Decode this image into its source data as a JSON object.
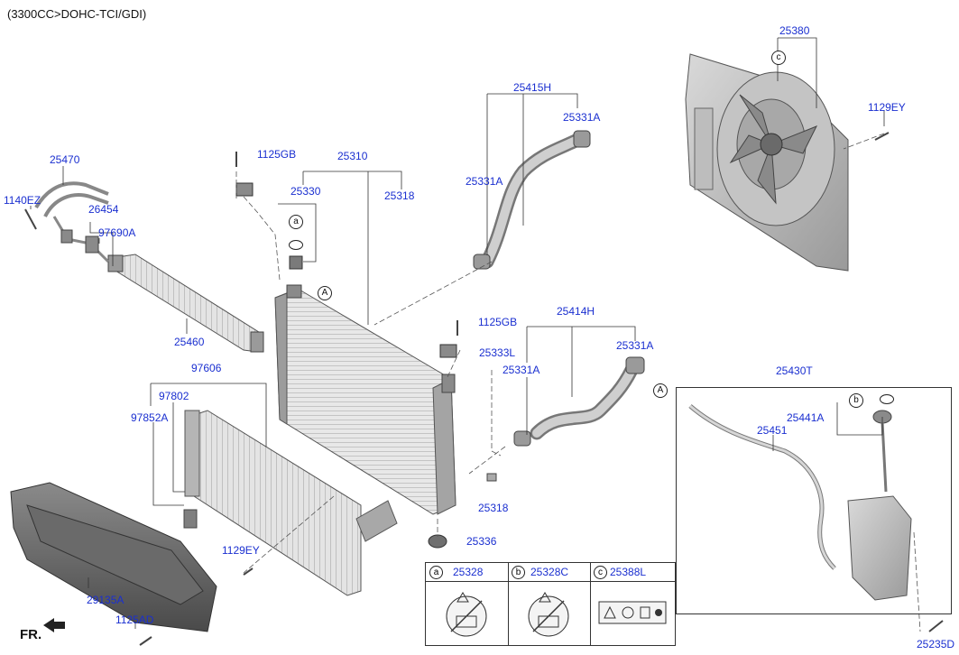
{
  "header": {
    "engine_spec": "(3300CC>DOHC-TCI/GDI)"
  },
  "direction": {
    "label": "FR."
  },
  "parts": [
    {
      "id": "p25380",
      "label": "25380"
    },
    {
      "id": "p1129EY_a",
      "label": "1129EY"
    },
    {
      "id": "p25415H",
      "label": "25415H"
    },
    {
      "id": "p25331A_a",
      "label": "25331A"
    },
    {
      "id": "p25331A_b",
      "label": "25331A"
    },
    {
      "id": "p25470",
      "label": "25470"
    },
    {
      "id": "p1125GB_a",
      "label": "1125GB"
    },
    {
      "id": "p25310",
      "label": "25310"
    },
    {
      "id": "p25330",
      "label": "25330"
    },
    {
      "id": "p25318_a",
      "label": "25318"
    },
    {
      "id": "p1140EZ",
      "label": "1140EZ"
    },
    {
      "id": "p26454",
      "label": "26454"
    },
    {
      "id": "p97690A",
      "label": "97690A"
    },
    {
      "id": "p25460",
      "label": "25460"
    },
    {
      "id": "p1125GB_b",
      "label": "1125GB"
    },
    {
      "id": "p25414H",
      "label": "25414H"
    },
    {
      "id": "p25333L",
      "label": "25333L"
    },
    {
      "id": "p25331A_c",
      "label": "25331A"
    },
    {
      "id": "p25331A_d",
      "label": "25331A"
    },
    {
      "id": "p25430T",
      "label": "25430T"
    },
    {
      "id": "p97606",
      "label": "97606"
    },
    {
      "id": "p97802",
      "label": "97802"
    },
    {
      "id": "p97852A",
      "label": "97852A"
    },
    {
      "id": "p25441A",
      "label": "25441A"
    },
    {
      "id": "p25451",
      "label": "25451"
    },
    {
      "id": "p25318_b",
      "label": "25318"
    },
    {
      "id": "p25336",
      "label": "25336"
    },
    {
      "id": "p1129EY_b",
      "label": "1129EY"
    },
    {
      "id": "p29135A",
      "label": "29135A"
    },
    {
      "id": "p1125AD",
      "label": "1125AD"
    },
    {
      "id": "p25235D",
      "label": "25235D"
    }
  ],
  "callouts": {
    "a": "a",
    "b": "b",
    "c": "c",
    "A": "A"
  },
  "legend": [
    {
      "key": "a",
      "part": "25328"
    },
    {
      "key": "b",
      "part": "25328C"
    },
    {
      "key": "c",
      "part": "25388L"
    }
  ]
}
